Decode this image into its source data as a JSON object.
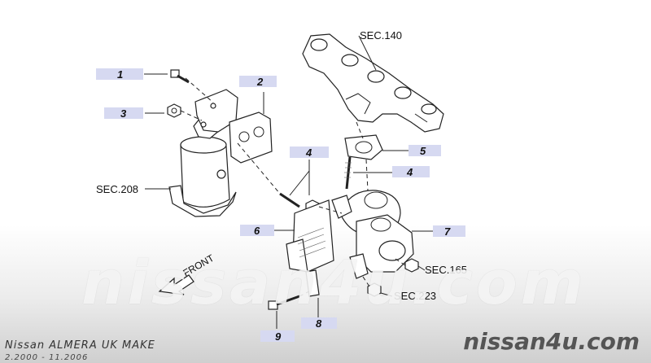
{
  "callouts": [
    {
      "id": "c1",
      "num": "1"
    },
    {
      "id": "c2",
      "num": "2"
    },
    {
      "id": "c3",
      "num": "3"
    },
    {
      "id": "c4a",
      "num": "4"
    },
    {
      "id": "c4b",
      "num": "4"
    },
    {
      "id": "c5",
      "num": "5"
    },
    {
      "id": "c6",
      "num": "6"
    },
    {
      "id": "c7",
      "num": "7"
    },
    {
      "id": "c8",
      "num": "8"
    },
    {
      "id": "c9",
      "num": "9"
    }
  ],
  "section_refs": {
    "sec140": "SEC.140",
    "sec208": "SEC.208",
    "sec165": "SEC.165",
    "sec223": "SEC.223"
  },
  "direction_label": "FRONT",
  "watermark": "nissan4u.com",
  "watermark_small": "nissan4u.com",
  "model": {
    "title": "Nissan ALMERA UK MAKE",
    "years": "2.2000 - 11.2006"
  }
}
